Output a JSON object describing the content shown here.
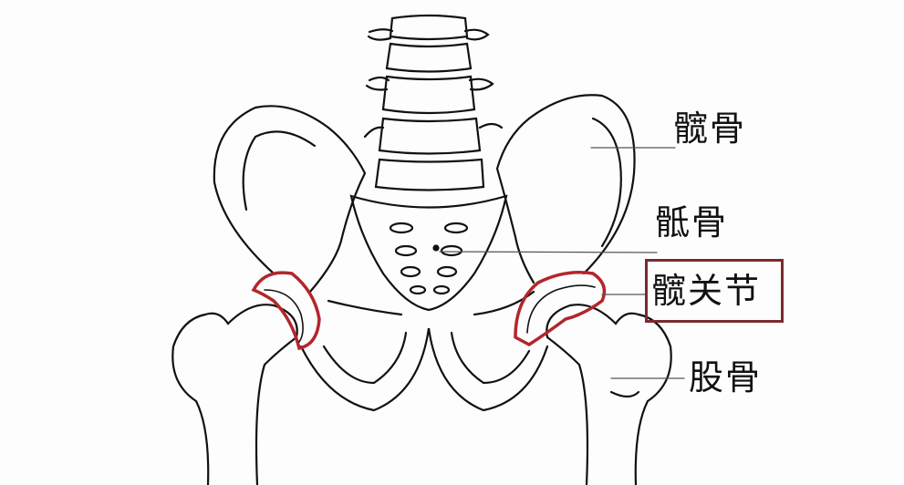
{
  "labels": {
    "hip_bone": "髋骨",
    "sacrum": "骶骨",
    "hip_joint": "髋关节",
    "femur": "股骨"
  },
  "colors": {
    "outline": "#111111",
    "highlight": "#b3262b",
    "box_border": "#7a2a2e"
  }
}
